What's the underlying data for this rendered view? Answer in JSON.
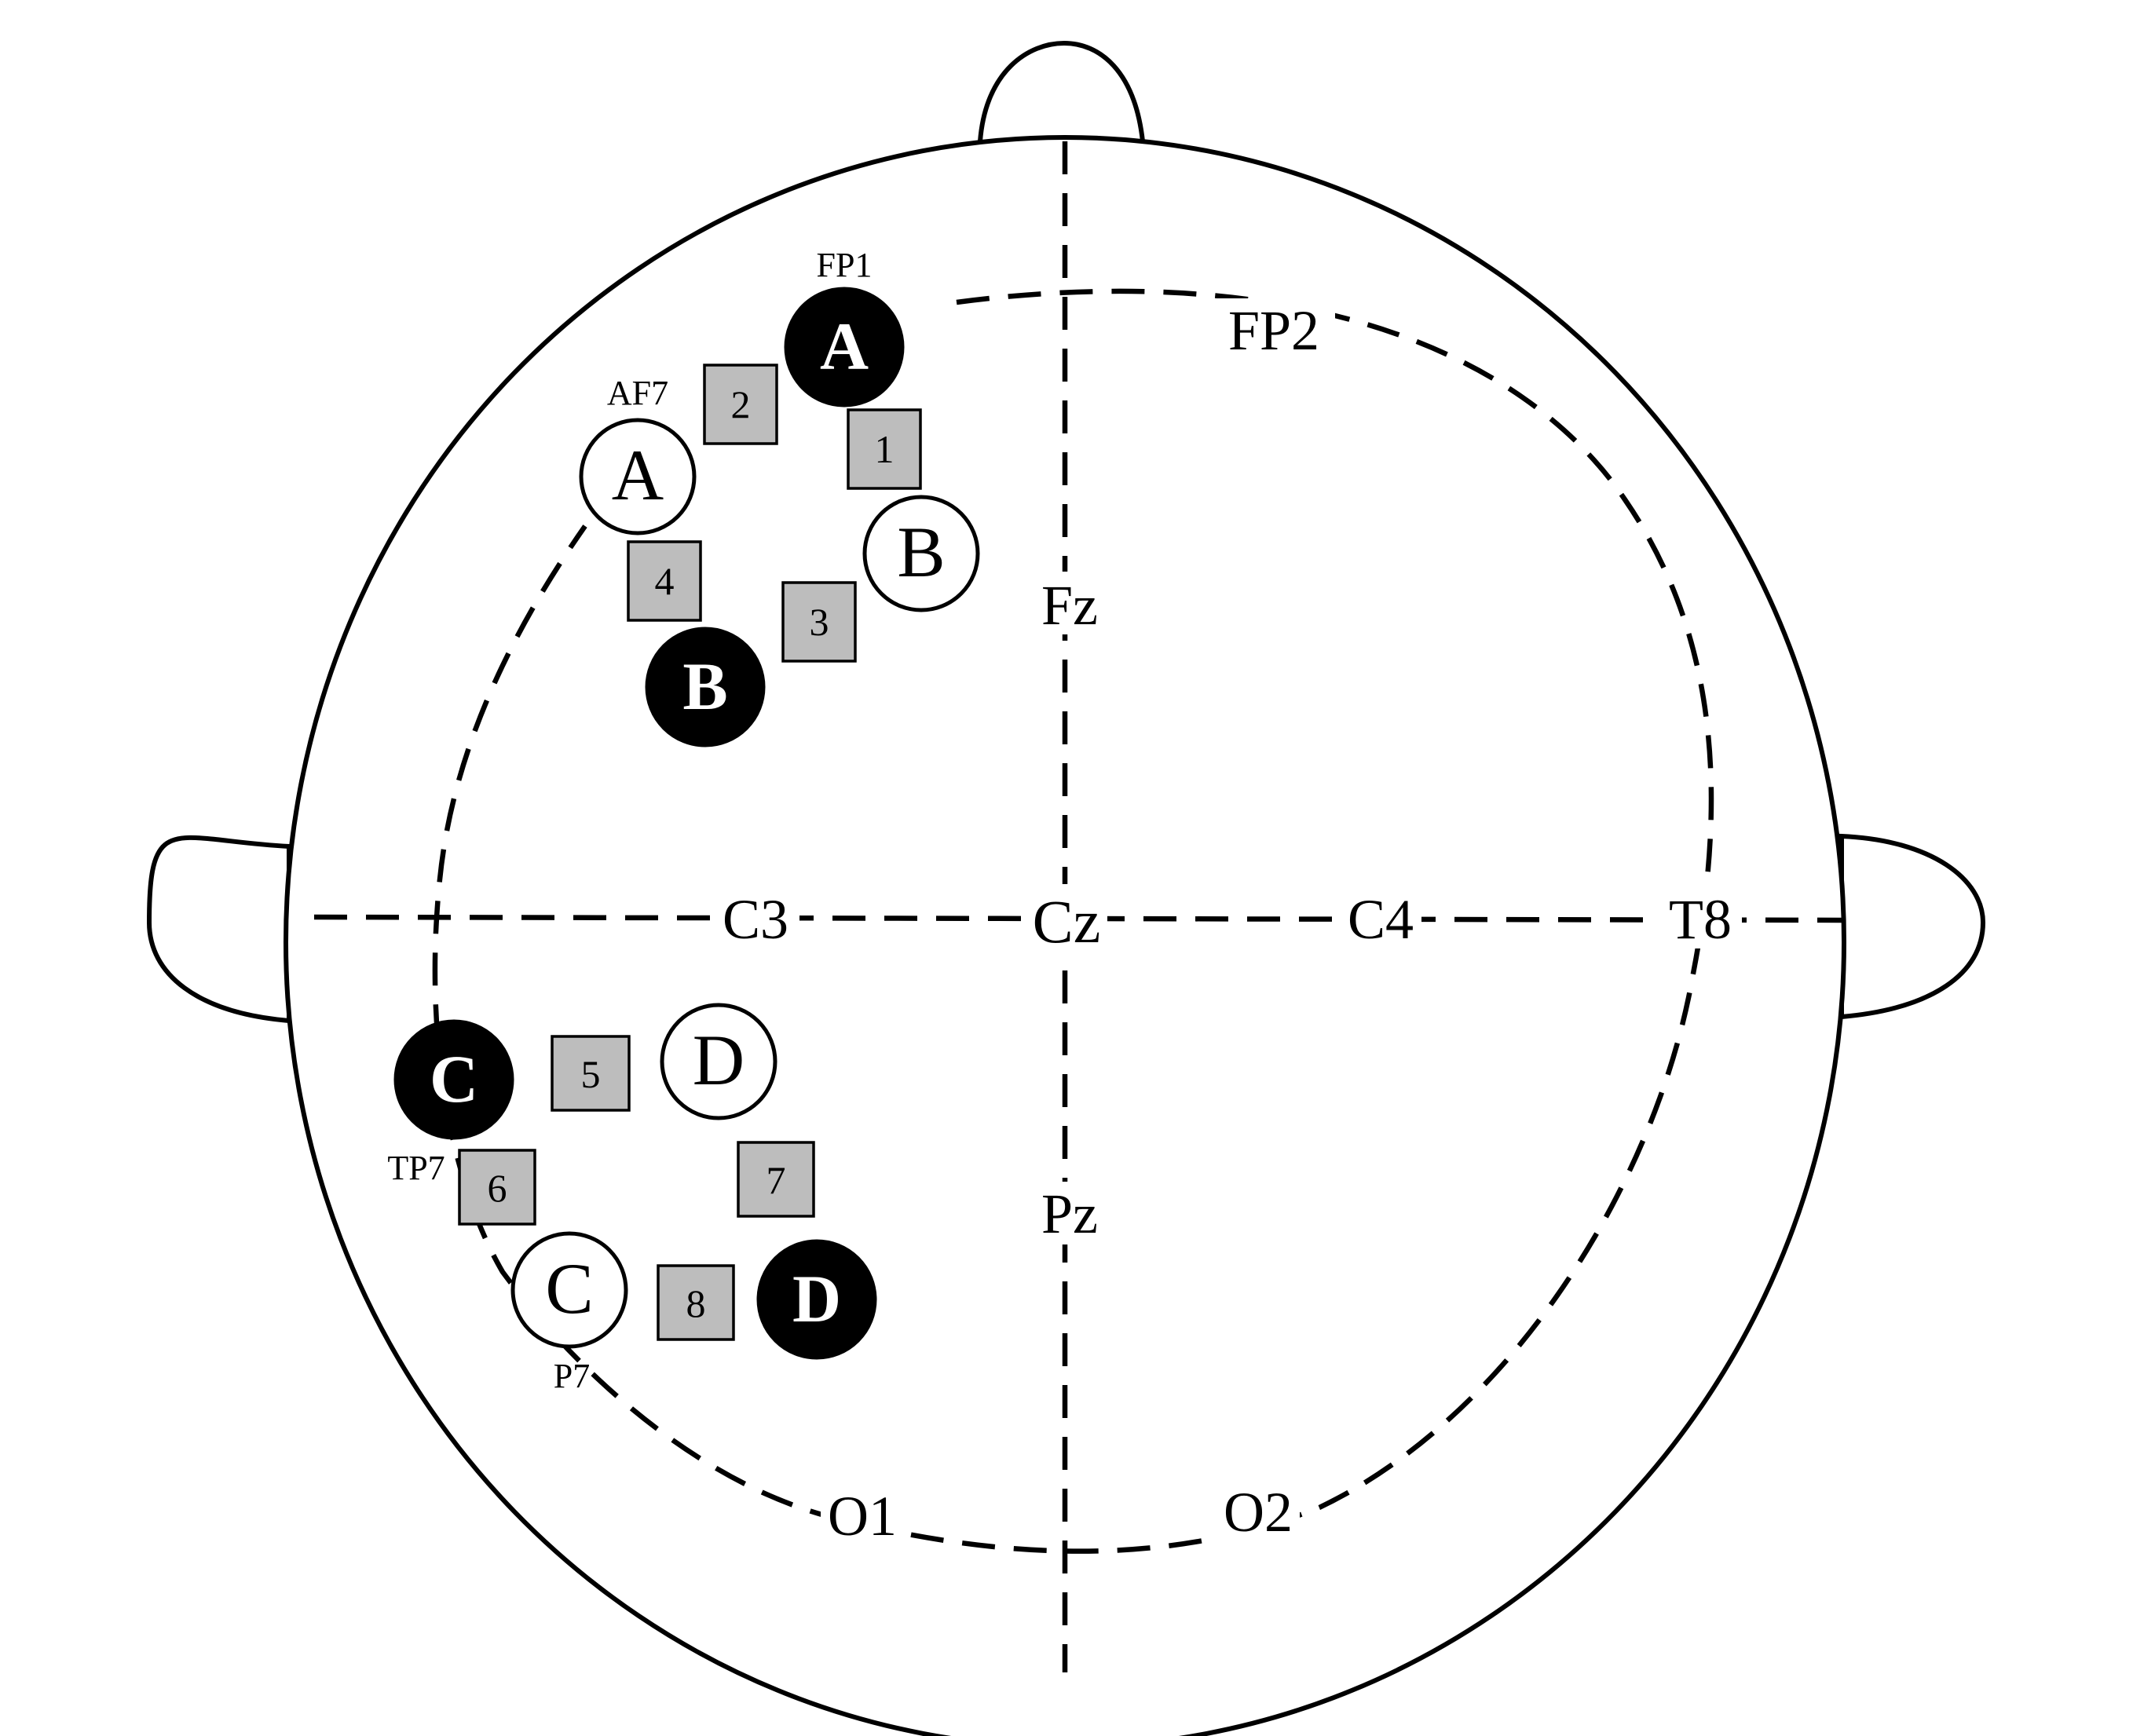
{
  "sites": {
    "fp1": "FP1",
    "fp2": "FP2",
    "af7": "AF7",
    "fz": "Fz",
    "c3": "C3",
    "cz": "Cz",
    "c4": "C4",
    "t8": "T8",
    "tp7": "TP7",
    "pz": "Pz",
    "p7": "P7",
    "o1": "O1",
    "o2": "O2"
  },
  "electrodes": [
    {
      "letter": "A",
      "filled": true
    },
    {
      "letter": "A",
      "filled": false
    },
    {
      "letter": "B",
      "filled": false
    },
    {
      "letter": "B",
      "filled": true
    },
    {
      "letter": "C",
      "filled": true
    },
    {
      "letter": "D",
      "filled": false
    },
    {
      "letter": "C",
      "filled": false
    },
    {
      "letter": "D",
      "filled": true
    }
  ],
  "channels": [
    "1",
    "2",
    "3",
    "4",
    "5",
    "6",
    "7",
    "8"
  ],
  "colors": {
    "line": "#000000",
    "channel_fill": "#bdbdbd",
    "background": "#ffffff"
  }
}
